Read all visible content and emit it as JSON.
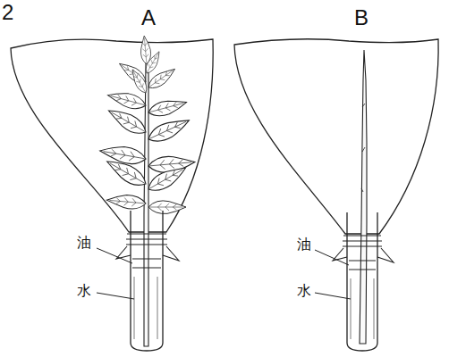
{
  "diagram": {
    "labels": [
      "2",
      "A",
      "B",
      "油",
      "水",
      "油",
      "水"
    ]
  }
}
